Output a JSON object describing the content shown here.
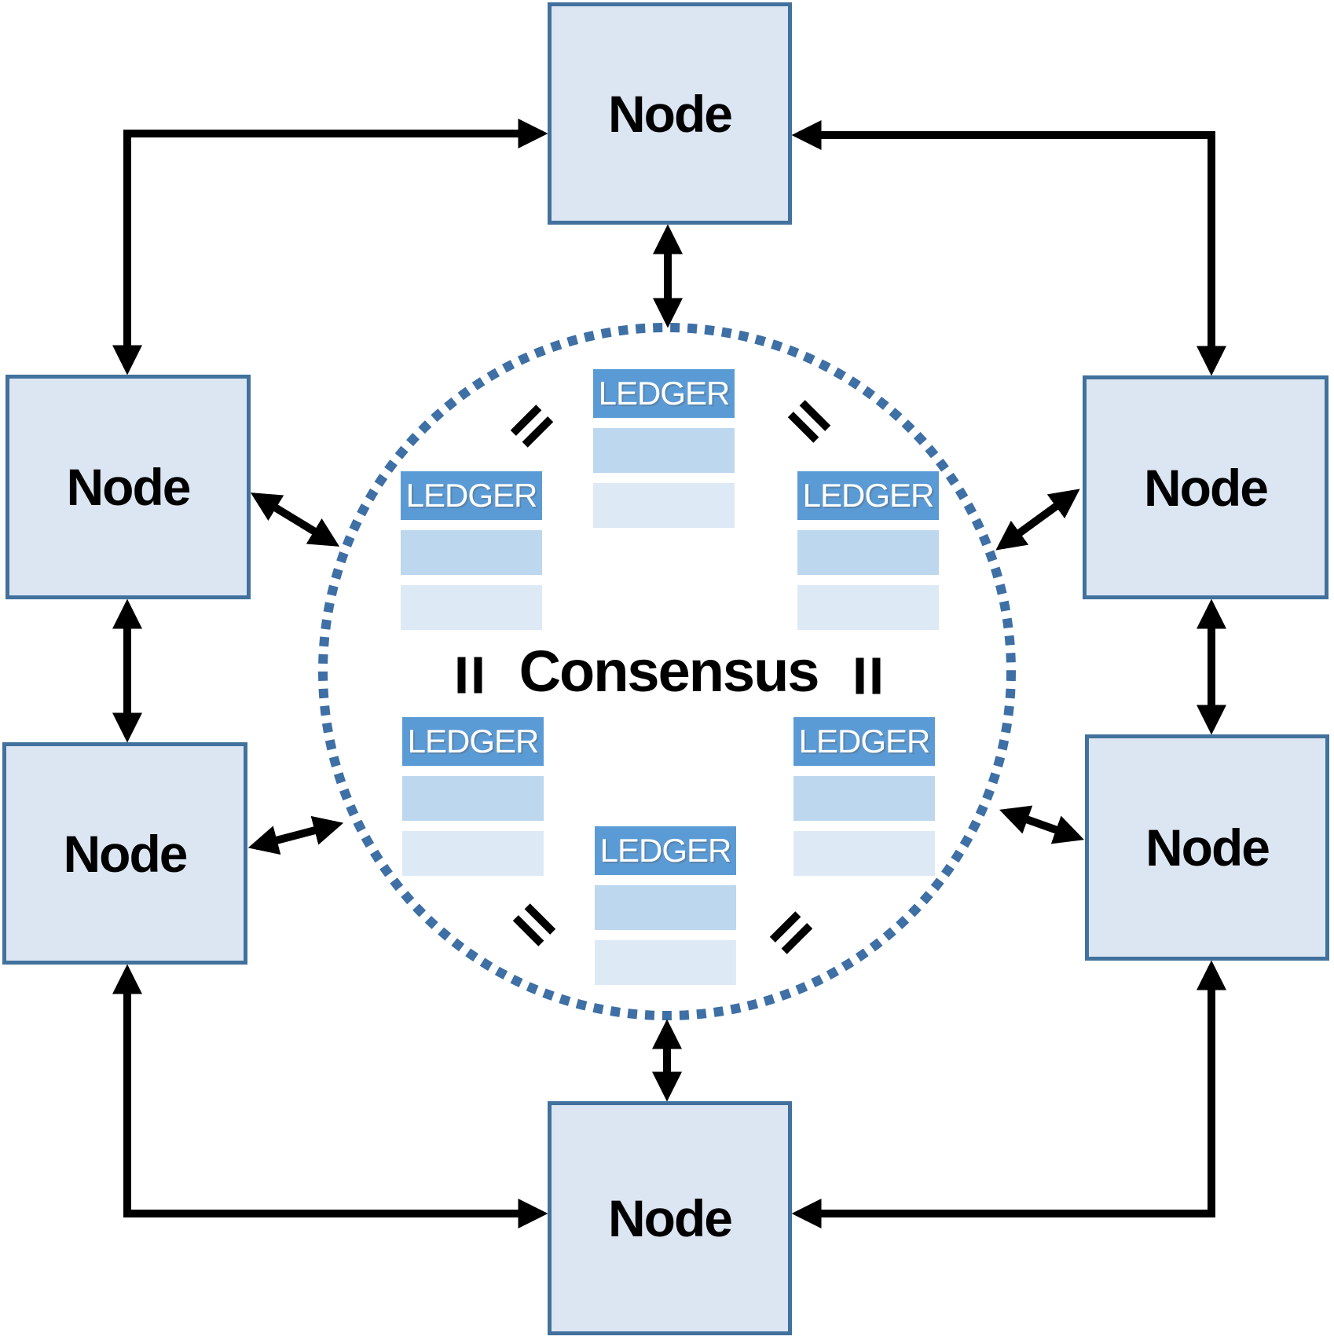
{
  "diagram": {
    "consensus_label": "Consensus",
    "nodes": [
      {
        "id": "top",
        "label": "Node"
      },
      {
        "id": "left-upper",
        "label": "Node"
      },
      {
        "id": "left-lower",
        "label": "Node"
      },
      {
        "id": "right-upper",
        "label": "Node"
      },
      {
        "id": "right-lower",
        "label": "Node"
      },
      {
        "id": "bottom",
        "label": "Node"
      }
    ],
    "ledgers": [
      {
        "id": "top",
        "label": "LEDGER",
        "rows": 2
      },
      {
        "id": "upper-left",
        "label": "LEDGER",
        "rows": 2
      },
      {
        "id": "upper-right",
        "label": "LEDGER",
        "rows": 2
      },
      {
        "id": "lower-left",
        "label": "LEDGER",
        "rows": 2
      },
      {
        "id": "lower-right",
        "label": "LEDGER",
        "rows": 2
      },
      {
        "id": "bottom",
        "label": "LEDGER",
        "rows": 2
      }
    ],
    "equality_mark_count": 6,
    "connections": {
      "style": "double-headed-arrows",
      "node_to_node": 6,
      "node_to_consensus": 6
    },
    "colors": {
      "background": "#ffffff",
      "node_fill": "#dce6f2",
      "node_border": "#41719c",
      "node_text": "#000000",
      "ledger_header_fill": "#5b9bd5",
      "ledger_header_text": "#ffffff",
      "ledger_row1_fill": "#bdd7ee",
      "ledger_row2_fill": "#dee9f6",
      "consensus_circle_dotted": "#3e6fa5",
      "arrow": "#000000"
    }
  }
}
